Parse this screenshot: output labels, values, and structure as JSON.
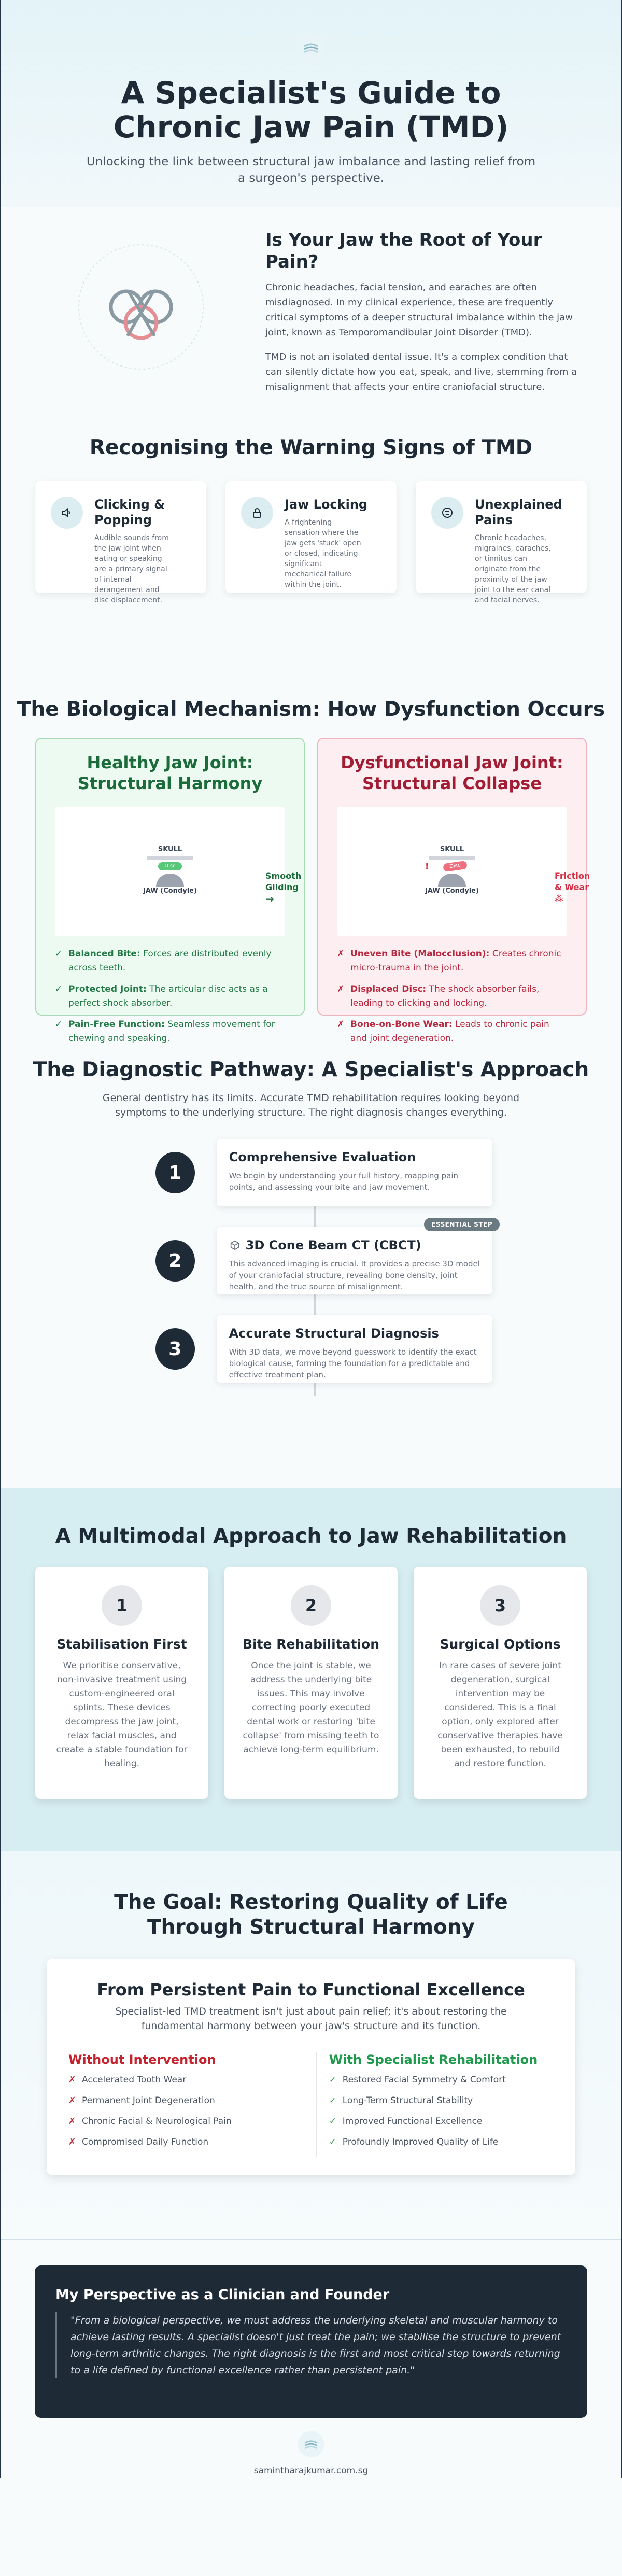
{
  "hero": {
    "logo_icon": "tooth-logo-icon",
    "title": "A Specialist's Guide to Chronic Jaw Pain (TMD)",
    "subtitle": "Unlocking the link between structural jaw imbalance and lasting relief from a surgeon's perspective."
  },
  "root": {
    "heading": "Is Your Jaw the Root of Your Pain?",
    "paragraph1": "Chronic headaches, facial tension, and earaches are often misdiagnosed. In my clinical experience, these are frequently critical symptoms of a deeper structural imbalance within the jaw joint, known as Temporomandibular Joint Disorder (TMD).",
    "paragraph2": "TMD is not an isolated dental issue. It's a complex condition that can silently dictate how you eat, speak, and live, stemming from a misalignment that affects your entire craniofacial structure."
  },
  "signs": {
    "title": "Recognising the Warning Signs of TMD",
    "cards": [
      {
        "icon": "speaker-icon",
        "title": "Clicking & Popping",
        "text": "Audible sounds from the jaw joint when eating or speaking are a primary signal of internal derangement and disc displacement."
      },
      {
        "icon": "lock-icon",
        "title": "Jaw Locking",
        "text": "A frightening sensation where the jaw gets 'stuck' open or closed, indicating significant mechanical failure within the joint."
      },
      {
        "icon": "face-icon",
        "title": "Unexplained Pains",
        "text": "Chronic headaches, migraines, earaches, or tinnitus can originate from the proximity of the jaw joint to the ear canal and facial nerves."
      }
    ]
  },
  "mechanism": {
    "title": "The Biological Mechanism: How Dysfunction Occurs",
    "healthy": {
      "title": "Healthy Jaw Joint: Structural Harmony",
      "skull_label": "SKULL",
      "disc_label": "Disc",
      "condyle_label": "JAW (Condyle)",
      "side_label": "Smooth Gliding",
      "items": [
        {
          "term": "Balanced Bite:",
          "text": " Forces are distributed evenly across teeth."
        },
        {
          "term": "Protected Joint:",
          "text": " The articular disc acts as a perfect shock absorber."
        },
        {
          "term": "Pain-Free Function:",
          "text": " Seamless movement for chewing and speaking."
        }
      ]
    },
    "dysfunctional": {
      "title": "Dysfunctional Jaw Joint: Structural Collapse",
      "skull_label": "SKULL",
      "disc_label": "Disc",
      "condyle_label": "JAW (Condyle)",
      "side_label": "Friction & Wear",
      "items": [
        {
          "term": "Uneven Bite (Malocclusion):",
          "text": " Creates chronic micro-trauma in the joint."
        },
        {
          "term": "Displaced Disc:",
          "text": " The shock absorber fails, leading to clicking and locking."
        },
        {
          "term": "Bone-on-Bone Wear:",
          "text": " Leads to chronic pain and joint degeneration."
        }
      ]
    }
  },
  "diagnostic": {
    "title": "The Diagnostic Pathway: A Specialist's Approach",
    "intro": "General dentistry has its limits. Accurate TMD rehabilitation requires looking beyond symptoms to the underlying structure. The right diagnosis changes everything.",
    "steps": [
      {
        "num": "1",
        "title": "Comprehensive Evaluation",
        "text": "We begin by understanding your full history, mapping pain points, and assessing your bite and jaw movement."
      },
      {
        "num": "2",
        "title": "3D Cone Beam CT (CBCT)",
        "badge": "ESSENTIAL STEP",
        "text": "This advanced imaging is crucial. It provides a precise 3D model of your craniofacial structure, revealing bone density, joint health, and the true source of misalignment."
      },
      {
        "num": "3",
        "title": "Accurate Structural Diagnosis",
        "text": "With 3D data, we move beyond guesswork to identify the exact biological cause, forming the foundation for a predictable and effective treatment plan."
      }
    ]
  },
  "multimodal": {
    "title": "A Multimodal Approach to Jaw Rehabilitation",
    "cards": [
      {
        "num": "1",
        "title": "Stabilisation First",
        "text": "We prioritise conservative, non-invasive treatment using custom-engineered oral splints. These devices decompress the jaw joint, relax facial muscles, and create a stable foundation for healing."
      },
      {
        "num": "2",
        "title": "Bite Rehabilitation",
        "text": "Once the joint is stable, we address the underlying bite issues. This may involve correcting poorly executed dental work or restoring 'bite collapse' from missing teeth to achieve long-term equilibrium."
      },
      {
        "num": "3",
        "title": "Surgical Options",
        "text": "In rare cases of severe joint degeneration, surgical intervention may be considered. This is a final option, only explored after conservative therapies have been exhausted, to rebuild and restore function."
      }
    ]
  },
  "goal": {
    "title": "The Goal: Restoring Quality of Life Through Structural Harmony",
    "card_title": "From Persistent Pain to Functional Excellence",
    "card_subtitle": "Specialist-led TMD treatment isn't just about pain relief; it's about restoring the fundamental harmony between your jaw's structure and its function.",
    "without": {
      "heading": "Without Intervention",
      "items": [
        "Accelerated Tooth Wear",
        "Permanent Joint Degeneration",
        "Chronic Facial & Neurological Pain",
        "Compromised Daily Function"
      ]
    },
    "with": {
      "heading": "With Specialist Rehabilitation",
      "items": [
        "Restored Facial Symmetry & Comfort",
        "Long-Term Structural Stability",
        "Improved Functional Excellence",
        "Profoundly Improved Quality of Life"
      ]
    }
  },
  "perspective": {
    "title": "My Perspective as a Clinician and Founder",
    "quote": "\"From a biological perspective, we must address the underlying skeletal and muscular harmony to achieve lasting results. A specialist doesn't just treat the pain; we stabilise the structure to prevent long-term arthritic changes. The right diagnosis is the first and most critical step towards returning to a life defined by functional excellence rather than persistent pain.\""
  },
  "footer": {
    "site": "samintharajkumar.com.sg"
  },
  "colors": {
    "navy": "#1f2a37",
    "healthy_green": "#1c6b3b",
    "dysfunction_red": "#a21d33",
    "multimodal_bg": "#d6edf1"
  }
}
